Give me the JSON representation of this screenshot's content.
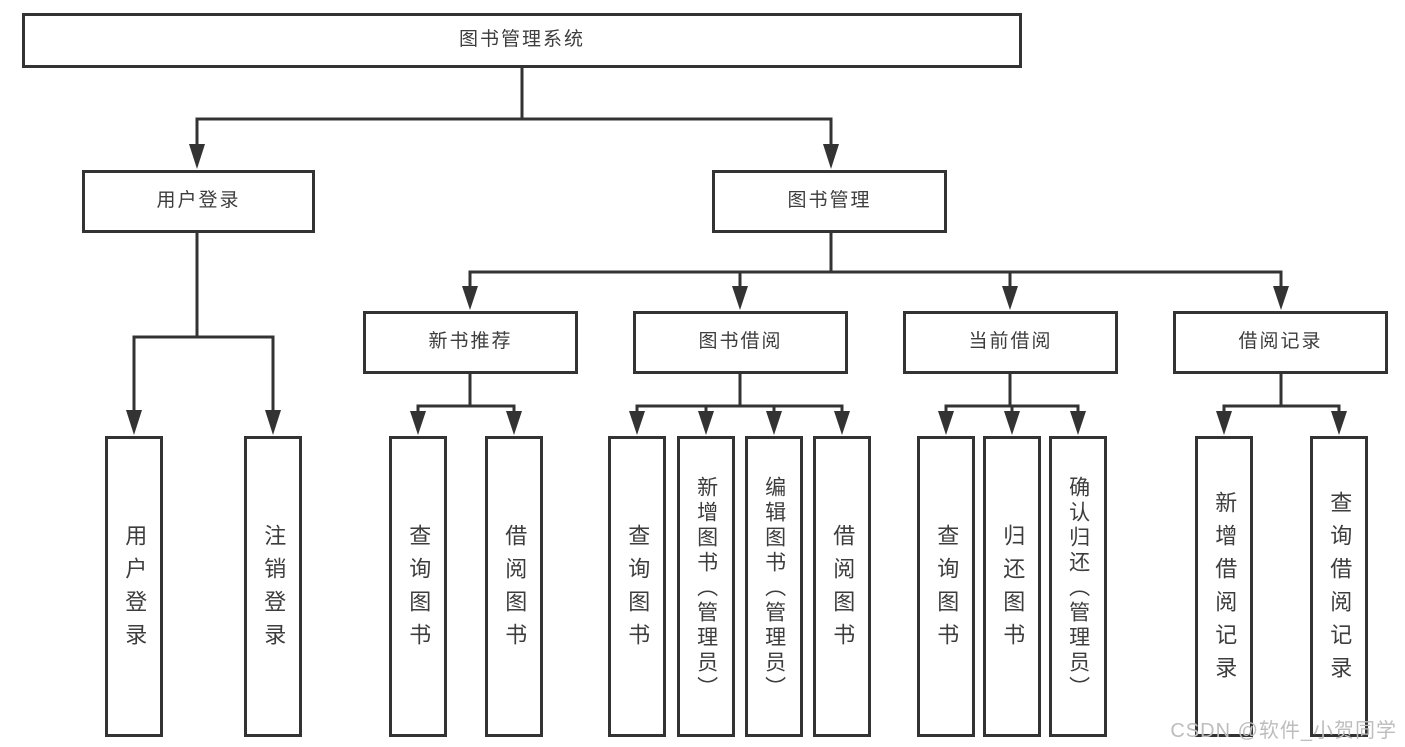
{
  "diagram": {
    "root": {
      "label": "图书管理系统"
    },
    "user_login": {
      "label": "用户登录",
      "children": [
        {
          "label": "用户登录"
        },
        {
          "label": "注销登录"
        }
      ]
    },
    "book_management": {
      "label": "图书管理",
      "groups": [
        {
          "label": "新书推荐",
          "children": [
            {
              "label": "查询图书"
            },
            {
              "label": "借阅图书"
            }
          ]
        },
        {
          "label": "图书借阅",
          "children": [
            {
              "label": "查询图书"
            },
            {
              "label": "新增图书（管理员）"
            },
            {
              "label": "编辑图书（管理员）"
            },
            {
              "label": "借阅图书"
            }
          ]
        },
        {
          "label": "当前借阅",
          "children": [
            {
              "label": "查询图书"
            },
            {
              "label": "归还图书"
            },
            {
              "label": "确认归还（管理员）"
            }
          ]
        },
        {
          "label": "借阅记录",
          "children": [
            {
              "label": "新增借阅记录"
            },
            {
              "label": "查询借阅记录"
            }
          ]
        }
      ]
    },
    "watermark": "CSDN @软件_小贺同学",
    "colors": {
      "line": "#333333",
      "text": "#3d3d3d",
      "watermark": "#bdbdbd",
      "background": "#ffffff"
    }
  }
}
